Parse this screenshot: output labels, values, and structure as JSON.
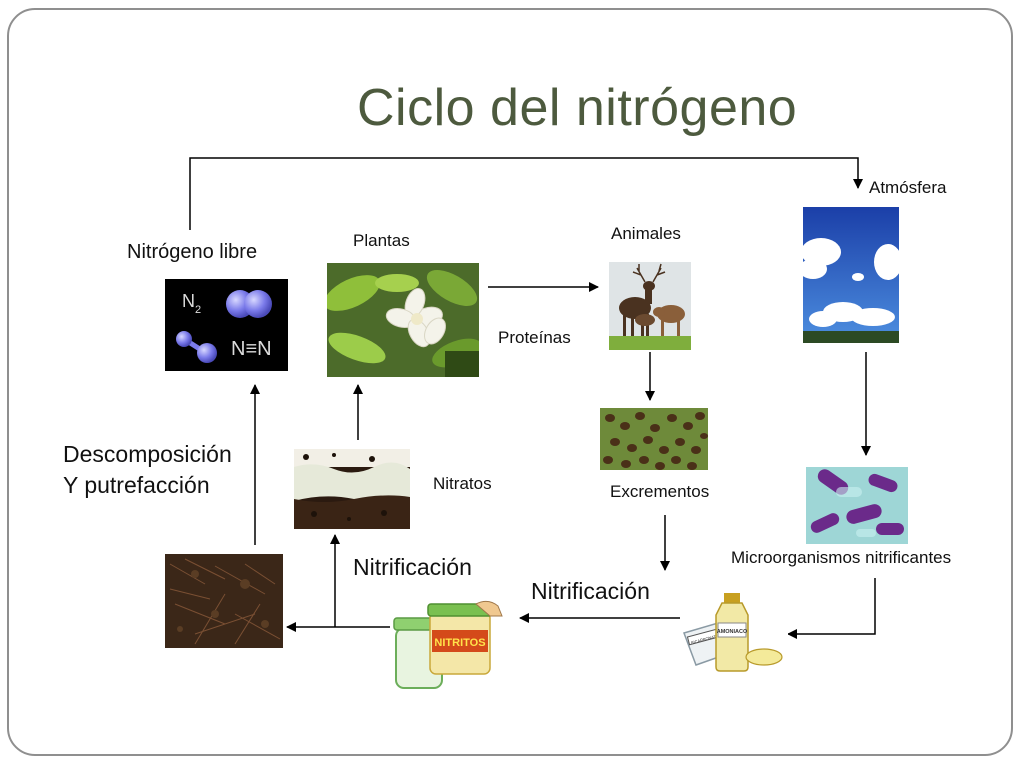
{
  "title": "Ciclo del nitrógeno",
  "labels": {
    "nitrogeno_libre": "Nitrógeno libre",
    "plantas": "Plantas",
    "animales": "Animales",
    "atmosfera": "Atmósfera",
    "proteinas": "Proteínas",
    "nitratos": "Nitratos",
    "excrementos": "Excrementos",
    "microorganismos": "Microorganismos nitrificantes",
    "descomposicion_1": "Descomposición",
    "descomposicion_2": "Y putrefacción",
    "nitrificacion_left": "Nitrificación",
    "nitrificacion_right": "Nitrificación"
  },
  "molecule": {
    "formula_main": "N",
    "formula_sub": "2",
    "bond": "N≡N"
  },
  "containers": {
    "nitritos": "NITRITOS",
    "amoniaco": "AMONIACO",
    "bicarbonato": "BICARBONATO"
  }
}
